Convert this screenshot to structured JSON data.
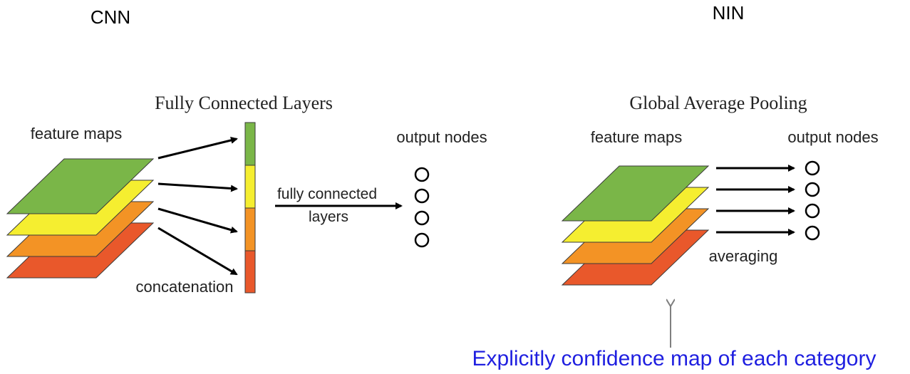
{
  "cnn": {
    "heading": "CNN",
    "title": "Fully Connected Layers",
    "feature_maps_label": "feature maps",
    "output_nodes_label": "output nodes",
    "fc_label_line1": "fully connected",
    "fc_label_line2": "layers",
    "concat_label": "concatenation"
  },
  "nin": {
    "heading": "NIN",
    "title": "Global Average Pooling",
    "feature_maps_label": "feature maps",
    "output_nodes_label": "output nodes",
    "averaging_label": "averaging"
  },
  "caption": "Explicitly confidence map of each category",
  "colors": {
    "green": "#7ab648",
    "yellow": "#f5ee30",
    "orange": "#f39325",
    "red": "#e9582b",
    "caption": "#1f1fe0",
    "annotation_arrow": "#7f7f7f"
  }
}
